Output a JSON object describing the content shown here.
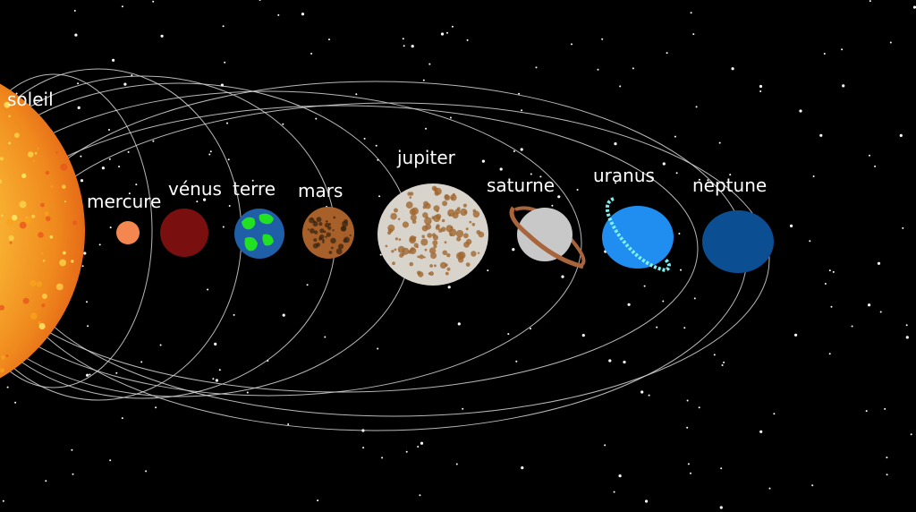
{
  "colors": {
    "background": "#000000",
    "orbit": "#d8d8d8",
    "label": "#ffffff",
    "star": "#ffffff"
  },
  "sun": {
    "label": "soleil",
    "colors": [
      "#fbd64a",
      "#f7a21c",
      "#e8561a",
      "#fff06a"
    ]
  },
  "planets": [
    {
      "name": "mercure",
      "color": "#f4874f"
    },
    {
      "name": "vénus",
      "color": "#7a0f0f"
    },
    {
      "name": "terre",
      "color": "#1e5fa8",
      "accent": "#22e022"
    },
    {
      "name": "mars",
      "color": "#a8602a",
      "accent": "#3a2410"
    },
    {
      "name": "jupiter",
      "color": "#d8d4cc",
      "accent": "#a06630"
    },
    {
      "name": "saturne",
      "color": "#c8c8c8",
      "accent": "#a8643a"
    },
    {
      "name": "uranus",
      "color": "#1f8ef0",
      "accent": "#7ef0f0"
    },
    {
      "name": "neptune",
      "color": "#0b4f92"
    }
  ]
}
